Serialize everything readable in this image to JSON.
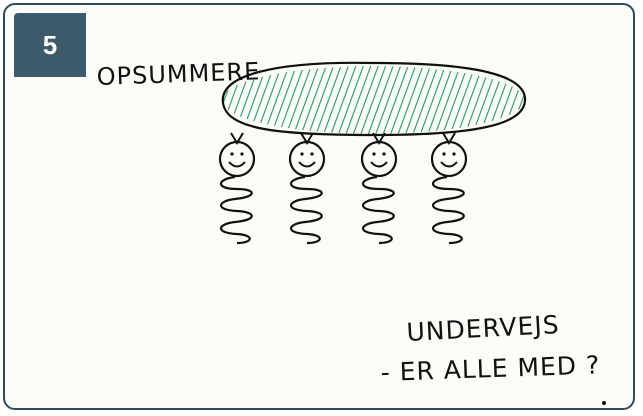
{
  "badge": {
    "number": "5"
  },
  "title": "OPSUMMERE",
  "note": {
    "line1": "UNDERVEJS",
    "line2": "- ER ALLE MED ?"
  },
  "colors": {
    "badge_bg": "#3d5a6c",
    "frame_border": "#2f4a5c",
    "hatch": "#1f9a6a",
    "ink": "#111111"
  },
  "figures": {
    "count": 4
  }
}
